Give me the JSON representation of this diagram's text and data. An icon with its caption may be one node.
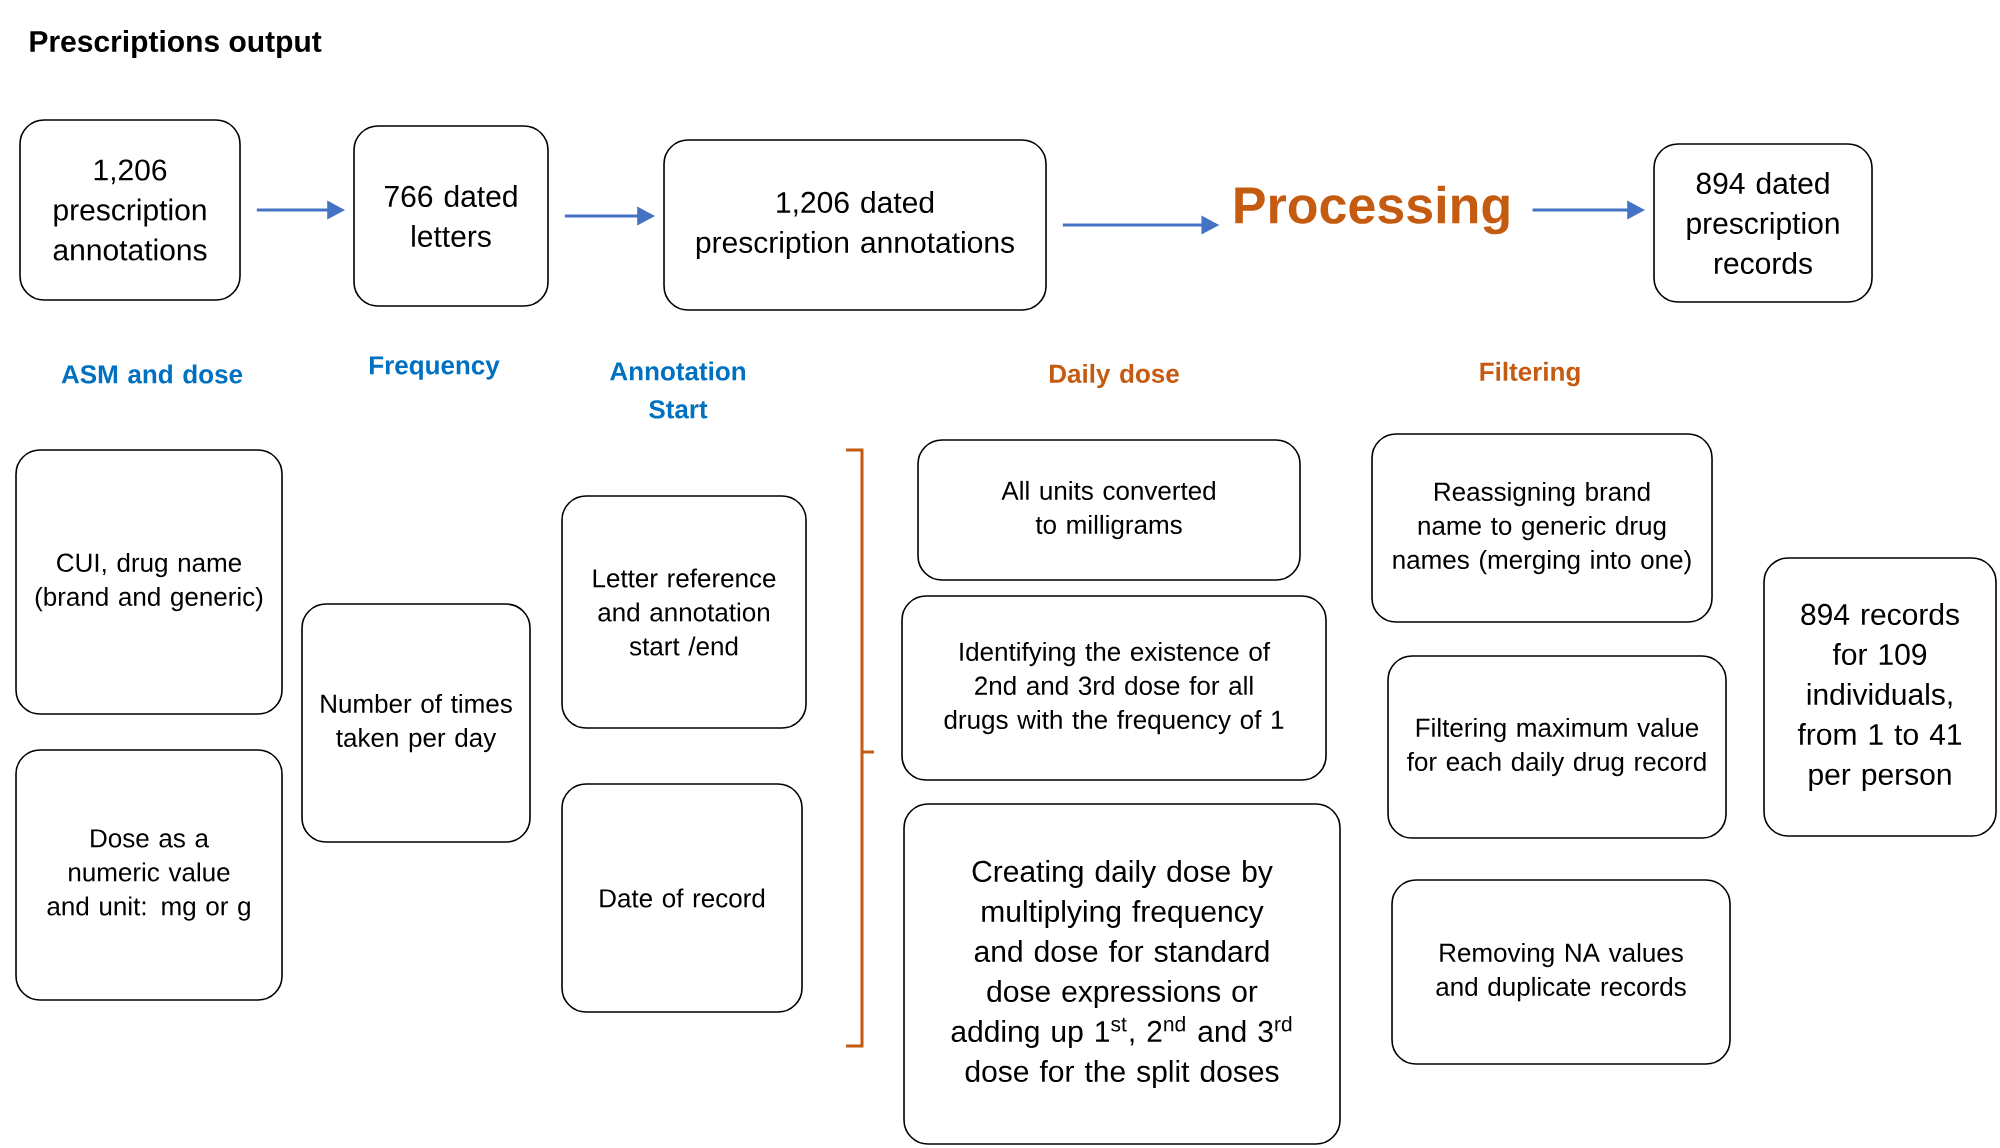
{
  "diagram": {
    "title": "Prescriptions output",
    "nodes": [
      {
        "text": [
          "1,206 prescription annotations"
        ]
      },
      {
        "text": [
          "766 dated letters"
        ]
      },
      {
        "text": [
          "1,206 dated prescription annotations"
        ]
      },
      {
        "text": [
          "Processing"
        ]
      },
      {
        "text": [
          "894 dated prescription records"
        ]
      },
      {
        "text": [
          "CUI, drug name (brand and generic)"
        ]
      },
      {
        "text": [
          "Dose as a numeric value and unit: mg or g"
        ]
      },
      {
        "text": [
          "Number of times taken per day"
        ]
      },
      {
        "text": [
          "Letter reference and annotation start /end"
        ]
      },
      {
        "text": [
          "Date of record"
        ]
      },
      {
        "text": [
          "All units converted to milligrams"
        ]
      },
      {
        "text": [
          "Identifying the existence of 2nd and 3rd dose for all drugs with the frequency of 1"
        ]
      },
      {
        "text": [
          "Creating daily dose by multiplying frequency and dose for standard dose expressions or adding up 1$^{st}$, 2$^{nd}$ and 3$^{rd}$ dose for the split doses"
        ]
      },
      {
        "text": [
          "Reassigning brand name to generic drug names (merging into one)"
        ]
      },
      {
        "text": [
          "Filtering maximum value for each daily drug record"
        ]
      },
      {
        "text": [
          "Removing NA values and duplicate records"
        ]
      },
      {
        "text": [
          "894 records for 109 individuals, from 1 to 41 per person"
        ]
      }
    ],
    "edges": [
      {
        "from": 0,
        "to": 1,
        "arrow": "to"
      },
      {
        "from": 1,
        "to": 2,
        "arrow": "to"
      },
      {
        "from": 2,
        "to": 3,
        "arrow": "to"
      },
      {
        "from": 3,
        "to": 4,
        "arrow": "to"
      }
    ],
    "labels": [
      "ASM and dose",
      "Frequency",
      "Annotation Start",
      "Daily dose",
      "Filtering"
    ]
  }
}
